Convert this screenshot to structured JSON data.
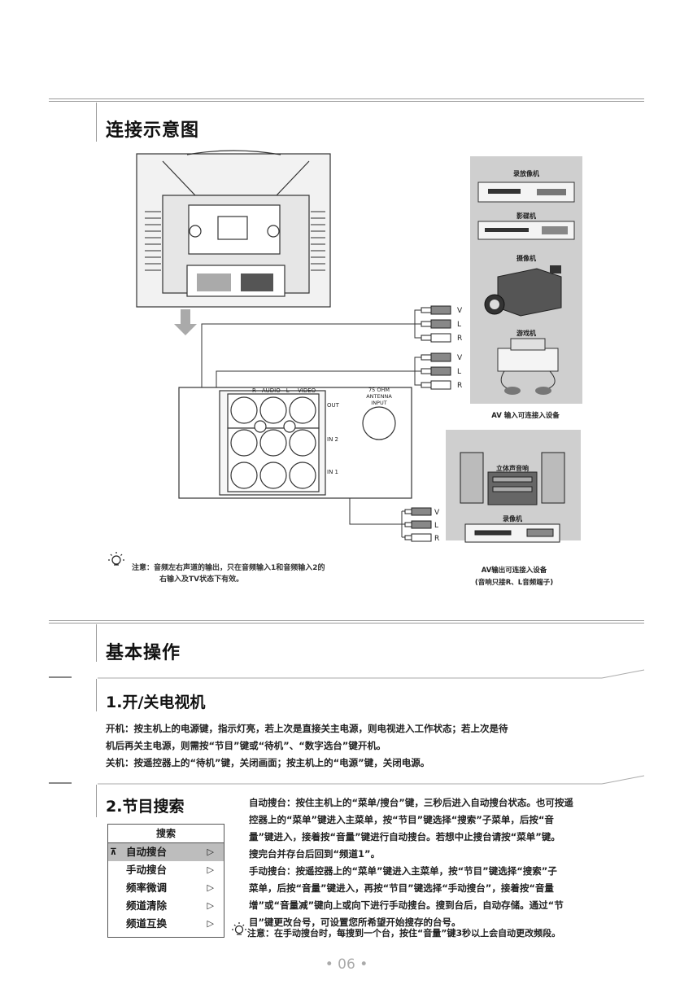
{
  "section1": {
    "title": "连接示意图",
    "device_labels": [
      "录放像机",
      "影碟机",
      "摄像机",
      "游戏机"
    ],
    "av_in_caption": "AV 输入可连接入设备",
    "av_out_labels": [
      "立体声音响",
      "录像机"
    ],
    "av_out_caption_1": "AV输出可连接入设备",
    "av_out_caption_2": "(音响只接R、L音频端子)",
    "panel_labels": {
      "audio": "R—AUDIO—L",
      "video": "VIDEO",
      "antenna_1": "75 OHM",
      "antenna_2": "ANTENNA",
      "antenna_3": "INPUT",
      "out": "OUT",
      "in2": "IN 2",
      "in1": "IN 1"
    },
    "plug_labels": [
      "V",
      "L",
      "R"
    ],
    "note_line1": "注意：音频左右声道的输出，只在音频输入1和音频输入2的",
    "note_line2": "右输入及TV状态下有效。"
  },
  "section2": {
    "title": "基本操作",
    "sub1_title": "1.开/关电视机",
    "sub1_line1": "开机：按主机上的电源键，指示灯亮，若上次是直接关主电源，则电视进入工作状态；若上次是待",
    "sub1_line2": "机后再关主电源，则需按“节目”键或“待机”、“数字选台”键开机。",
    "sub1_line3": "关机：按遥控器上的“待机”键，关闭画面；按主机上的“电源”键，关闭电源。",
    "sub2_title": "2.节目搜索",
    "menu": {
      "title": "搜索",
      "items": [
        "自动搜台",
        "手动搜台",
        "频率微调",
        "频道清除",
        "频道互换"
      ],
      "arrow": "▷",
      "mark": "⊼"
    },
    "sub2_lines": [
      "自动搜台：按住主机上的“菜单/搜台”键，三秒后进入自动搜台状态。也可按遥",
      "控器上的“菜单”键进入主菜单，按“节目”键选择“搜索”子菜单，后按“音",
      "量”键进入，接着按“音量”键进行自动搜台。若想中止搜台请按“菜单”键。",
      "搜完台并存台后回到“频道1”。",
      "手动搜台：按遥控器上的“菜单”键进入主菜单，按“节目”键选择“搜索”子",
      "菜单，后按“音量”键进入，再按“节目”键选择“手动搜台”，接着按“音量",
      "增”或“音量减”键向上或向下进行手动搜台。搜到台后，自动存储。通过“节",
      "目”键更改台号，可设置您所希望开始搜存的台号。"
    ],
    "note": "注意：在手动搜台时，每搜到一个台，按住“音量”键3秒以上会自动更改频段。"
  },
  "page_number": "• 06 •"
}
